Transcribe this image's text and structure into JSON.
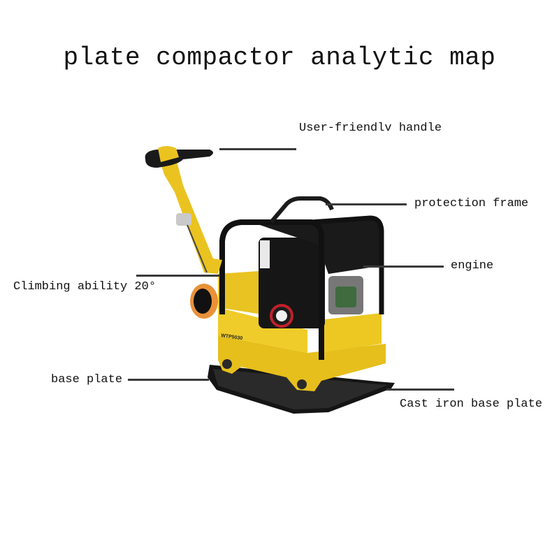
{
  "title": "plate compactor analytic map",
  "labels": {
    "handle": "User-friendlv handle",
    "protection_frame": "protection frame",
    "engine": "engine",
    "climbing": "Climbing ability 20°",
    "base_plate": "base plate",
    "cast_iron": "Cast iron base plate"
  },
  "machine": {
    "model_text": "WTP5030",
    "body_color": "#e8c21a",
    "frame_color": "#141414",
    "wheel_color": "#e8923a"
  }
}
